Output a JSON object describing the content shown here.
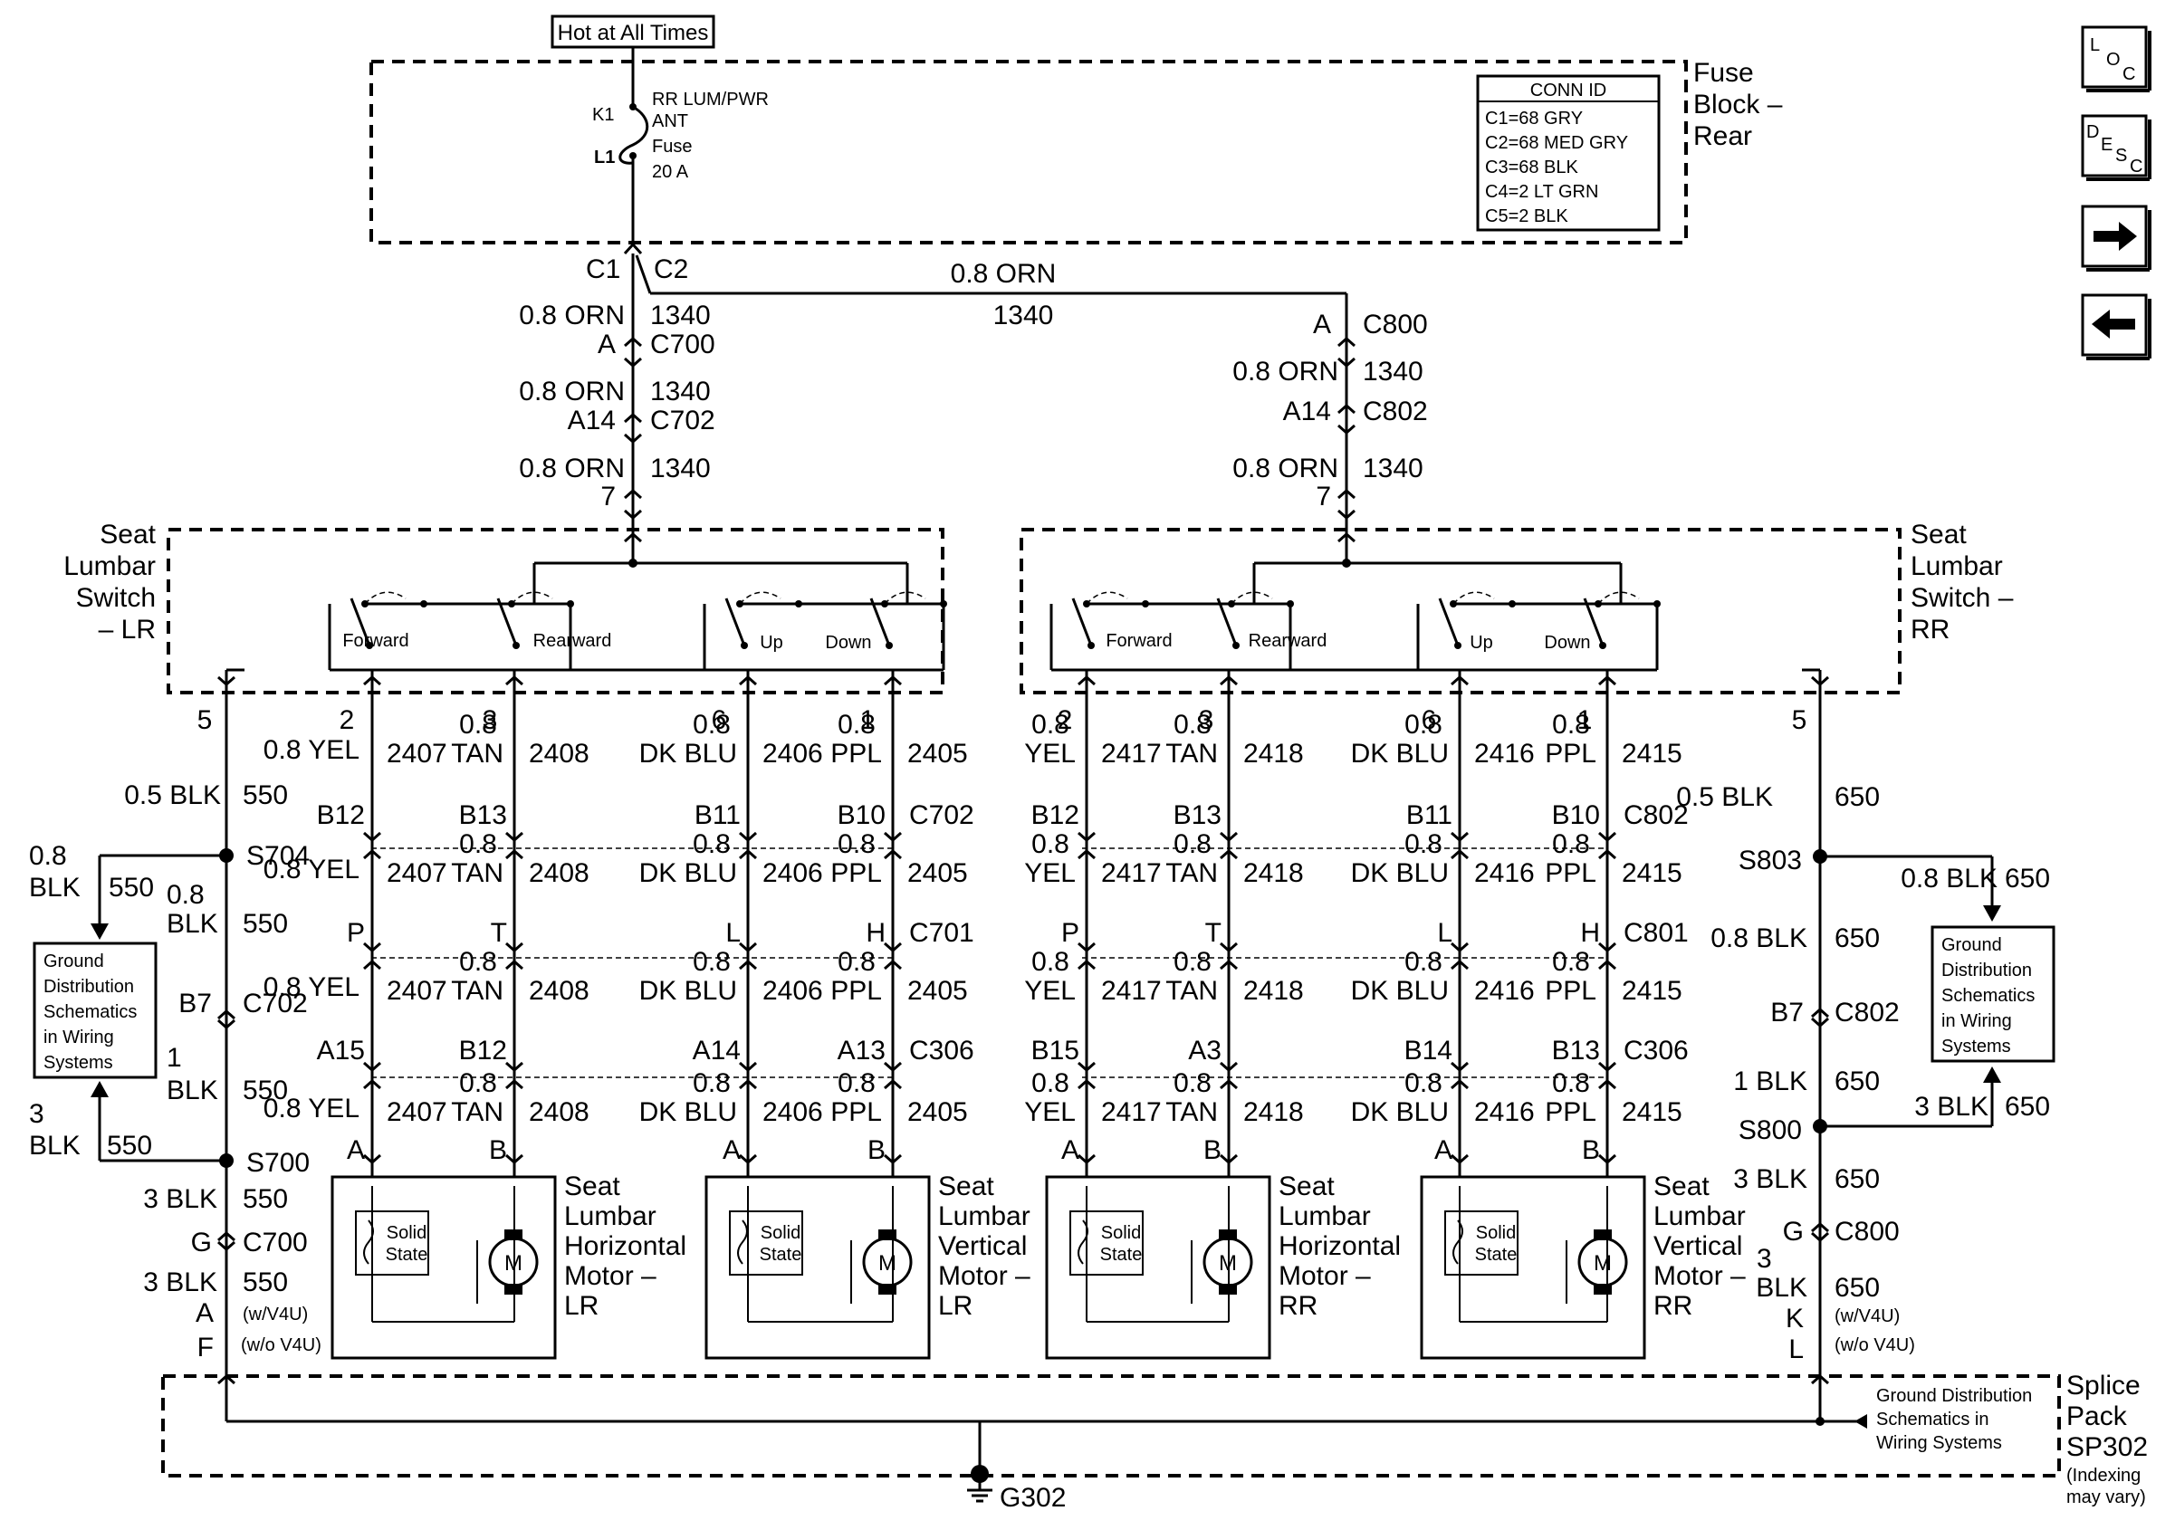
{
  "fuse_block": {
    "hot_label": "Hot at All Times",
    "title": [
      "Fuse",
      "Block –",
      "Rear"
    ],
    "pins": {
      "k1": "K1",
      "l1": "L1"
    },
    "fuse_name": [
      "RR LUM/PWR",
      "ANT",
      "Fuse",
      "20 A"
    ],
    "conn_id_title": "CONN ID",
    "conn_ids": [
      "C1=68 GRY",
      "C2=68 MED GRY",
      "C3=68 BLK",
      "C4=2 LT GRN",
      "C5=2 BLK"
    ],
    "c1": "C1",
    "c2": "C2"
  },
  "nav": {
    "loc": [
      "L",
      "O",
      "C"
    ],
    "desc": [
      "D",
      "E",
      "S",
      "C"
    ],
    "next_icon": "arrow-right-icon",
    "prev_icon": "arrow-left-icon"
  },
  "feed": {
    "top_wire": "0.8 ORN",
    "top_circuit": "1340",
    "left": [
      {
        "wire": "0.8 ORN",
        "circuit": "1340",
        "pin": "A",
        "conn": "C700"
      },
      {
        "wire": "0.8 ORN",
        "circuit": "1340",
        "pin": "A14",
        "conn": "C702"
      },
      {
        "wire": "0.8 ORN",
        "circuit": "1340",
        "pin": "7",
        "conn": ""
      }
    ],
    "right": [
      {
        "wire": "",
        "circuit": "",
        "pin": "A",
        "conn": "C800"
      },
      {
        "wire": "0.8 ORN",
        "circuit": "1340",
        "pin": "A14",
        "conn": "C802"
      },
      {
        "wire": "0.8 ORN",
        "circuit": "1340",
        "pin": "7",
        "conn": ""
      }
    ]
  },
  "switch_lr": {
    "title": [
      "Seat",
      "Lumbar",
      "Switch",
      "– LR"
    ],
    "contacts": [
      "Forward",
      "Rearward",
      "Up",
      "Down"
    ],
    "pins": [
      "5",
      "2",
      "3",
      "6",
      "1"
    ]
  },
  "switch_rr": {
    "title": [
      "Seat",
      "Lumbar",
      "Switch –",
      "RR"
    ],
    "contacts": [
      "Forward",
      "Rearward",
      "Up",
      "Down"
    ],
    "pins": [
      "2",
      "3",
      "6",
      "1",
      "5"
    ]
  },
  "left_wiring": {
    "ground_wire": "0.5 BLK",
    "ground_circuit": "550",
    "wires": [
      "0.8 YEL",
      "0.8 TAN",
      "0.8 DK BLU",
      "0.8 PPL"
    ],
    "circuits": [
      "2407",
      "2408",
      "2406",
      "2405"
    ],
    "row1_pins": [
      "B12",
      "B13",
      "B11",
      "B10"
    ],
    "row1_conn": "C702",
    "row2_pins": [
      "P",
      "T",
      "L",
      "H"
    ],
    "row2_conn": "C701",
    "row3_pins": [
      "A15",
      "B12",
      "A14",
      "A13"
    ],
    "row3_conn": "C306",
    "motor_pins": [
      "A",
      "B",
      "A",
      "B"
    ],
    "s704": "S704",
    "s700": "S700",
    "branch_top_wire": "0.8 BLK",
    "branch_top_circuit": "550",
    "mid_wire": "0.8 BLK",
    "mid_circuit": "550",
    "b7": "B7",
    "c702b": "C702",
    "blk1": "1 BLK",
    "blk1_circuit": "550",
    "branch_bottom_wire": "3 BLK",
    "branch_bottom_circuit": "550",
    "blk3": "3 BLK",
    "blk3_circuit": "550",
    "g_pin": "G",
    "c700": "C700",
    "blk3b": "3 BLK",
    "blk3b_circuit": "550",
    "pin_a": "A",
    "pin_f": "F",
    "w_v4u": "(w/V4U)",
    "wo_v4u": "(w/o V4U)",
    "gd_box": [
      "Ground",
      "Distribution",
      "Schematics",
      "in Wiring",
      "Systems"
    ]
  },
  "right_wiring": {
    "ground_wire": "0.5 BLK",
    "ground_circuit": "650",
    "wires": [
      "0.8 YEL",
      "0.8 TAN",
      "0.8 DK BLU",
      "0.8 PPL"
    ],
    "circuits": [
      "2417",
      "2418",
      "2416",
      "2415"
    ],
    "row1_pins": [
      "B12",
      "B13",
      "B11",
      "B10"
    ],
    "row1_conn": "C802",
    "row2_pins": [
      "P",
      "T",
      "L",
      "H"
    ],
    "row2_conn": "C801",
    "row3_pins": [
      "B15",
      "A3",
      "B14",
      "B13"
    ],
    "row3_conn": "C306",
    "motor_pins": [
      "A",
      "B",
      "A",
      "B"
    ],
    "s803": "S803",
    "s800": "S800",
    "branch_top_wire": "0.8 BLK",
    "branch_top_circuit": "650",
    "mid_wire": "0.8 BLK",
    "mid_circuit": "650",
    "b7": "B7",
    "c802b": "C802",
    "blk1": "1 BLK",
    "blk1_circuit": "650",
    "branch_bottom_wire": "3 BLK",
    "branch_bottom_circuit": "650",
    "blk3": "3 BLK",
    "blk3_circuit": "650",
    "g_pin": "G",
    "c800": "C800",
    "blk3b": "3 BLK",
    "blk3b_circuit": "650",
    "pin_k": "K",
    "pin_l": "L",
    "w_v4u": "(w/V4U)",
    "wo_v4u": "(w/o V4U)",
    "gd_box": [
      "Ground",
      "Distribution",
      "Schematics",
      "in Wiring",
      "Systems"
    ]
  },
  "motors": [
    {
      "title": [
        "Seat",
        "Lumbar",
        "Horizontal",
        "Motor –",
        "LR"
      ]
    },
    {
      "title": [
        "Seat",
        "Lumbar",
        "Vertical",
        "Motor –",
        "LR"
      ]
    },
    {
      "title": [
        "Seat",
        "Lumbar",
        "Horizontal",
        "Motor –",
        "RR"
      ]
    },
    {
      "title": [
        "Seat",
        "Lumbar",
        "Vertical",
        "Motor –",
        "RR"
      ]
    }
  ],
  "motor_common": {
    "solid_state": [
      "Solid",
      "State"
    ],
    "m": "M"
  },
  "splice_pack": {
    "title": [
      "Splice",
      "Pack",
      "SP302"
    ],
    "note": [
      "(Indexing",
      "may vary)"
    ],
    "gd_text": [
      "Ground Distribution",
      "Schematics in",
      "Wiring Systems"
    ],
    "ground": "G302"
  }
}
